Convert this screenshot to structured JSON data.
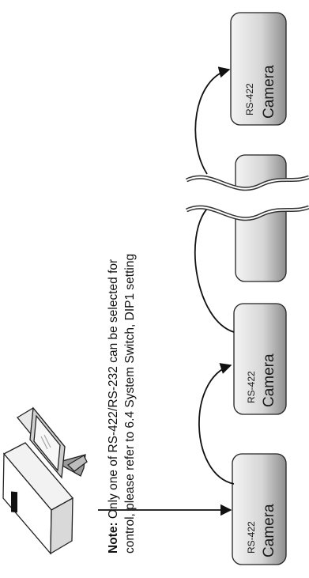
{
  "note": {
    "bold": "Note:",
    "line1_rest": " Only one of RS-422/RS-232 can be selected for",
    "line2": "control, please refer to 6.4 System Switch, DIP1 setting"
  },
  "cameras": [
    {
      "label": "Camera",
      "interface": "RS-422"
    },
    {
      "label": "Camera",
      "interface": "RS-422"
    },
    {
      "label": "Camera",
      "interface": "RS-422"
    }
  ],
  "icons": {
    "computer": "computer-icon",
    "break": "break-wave-icon"
  },
  "colors": {
    "box_fill_light": "#f2f2f2",
    "box_fill_dark": "#9a9a9a",
    "stroke": "#222222",
    "text": "#111111"
  }
}
